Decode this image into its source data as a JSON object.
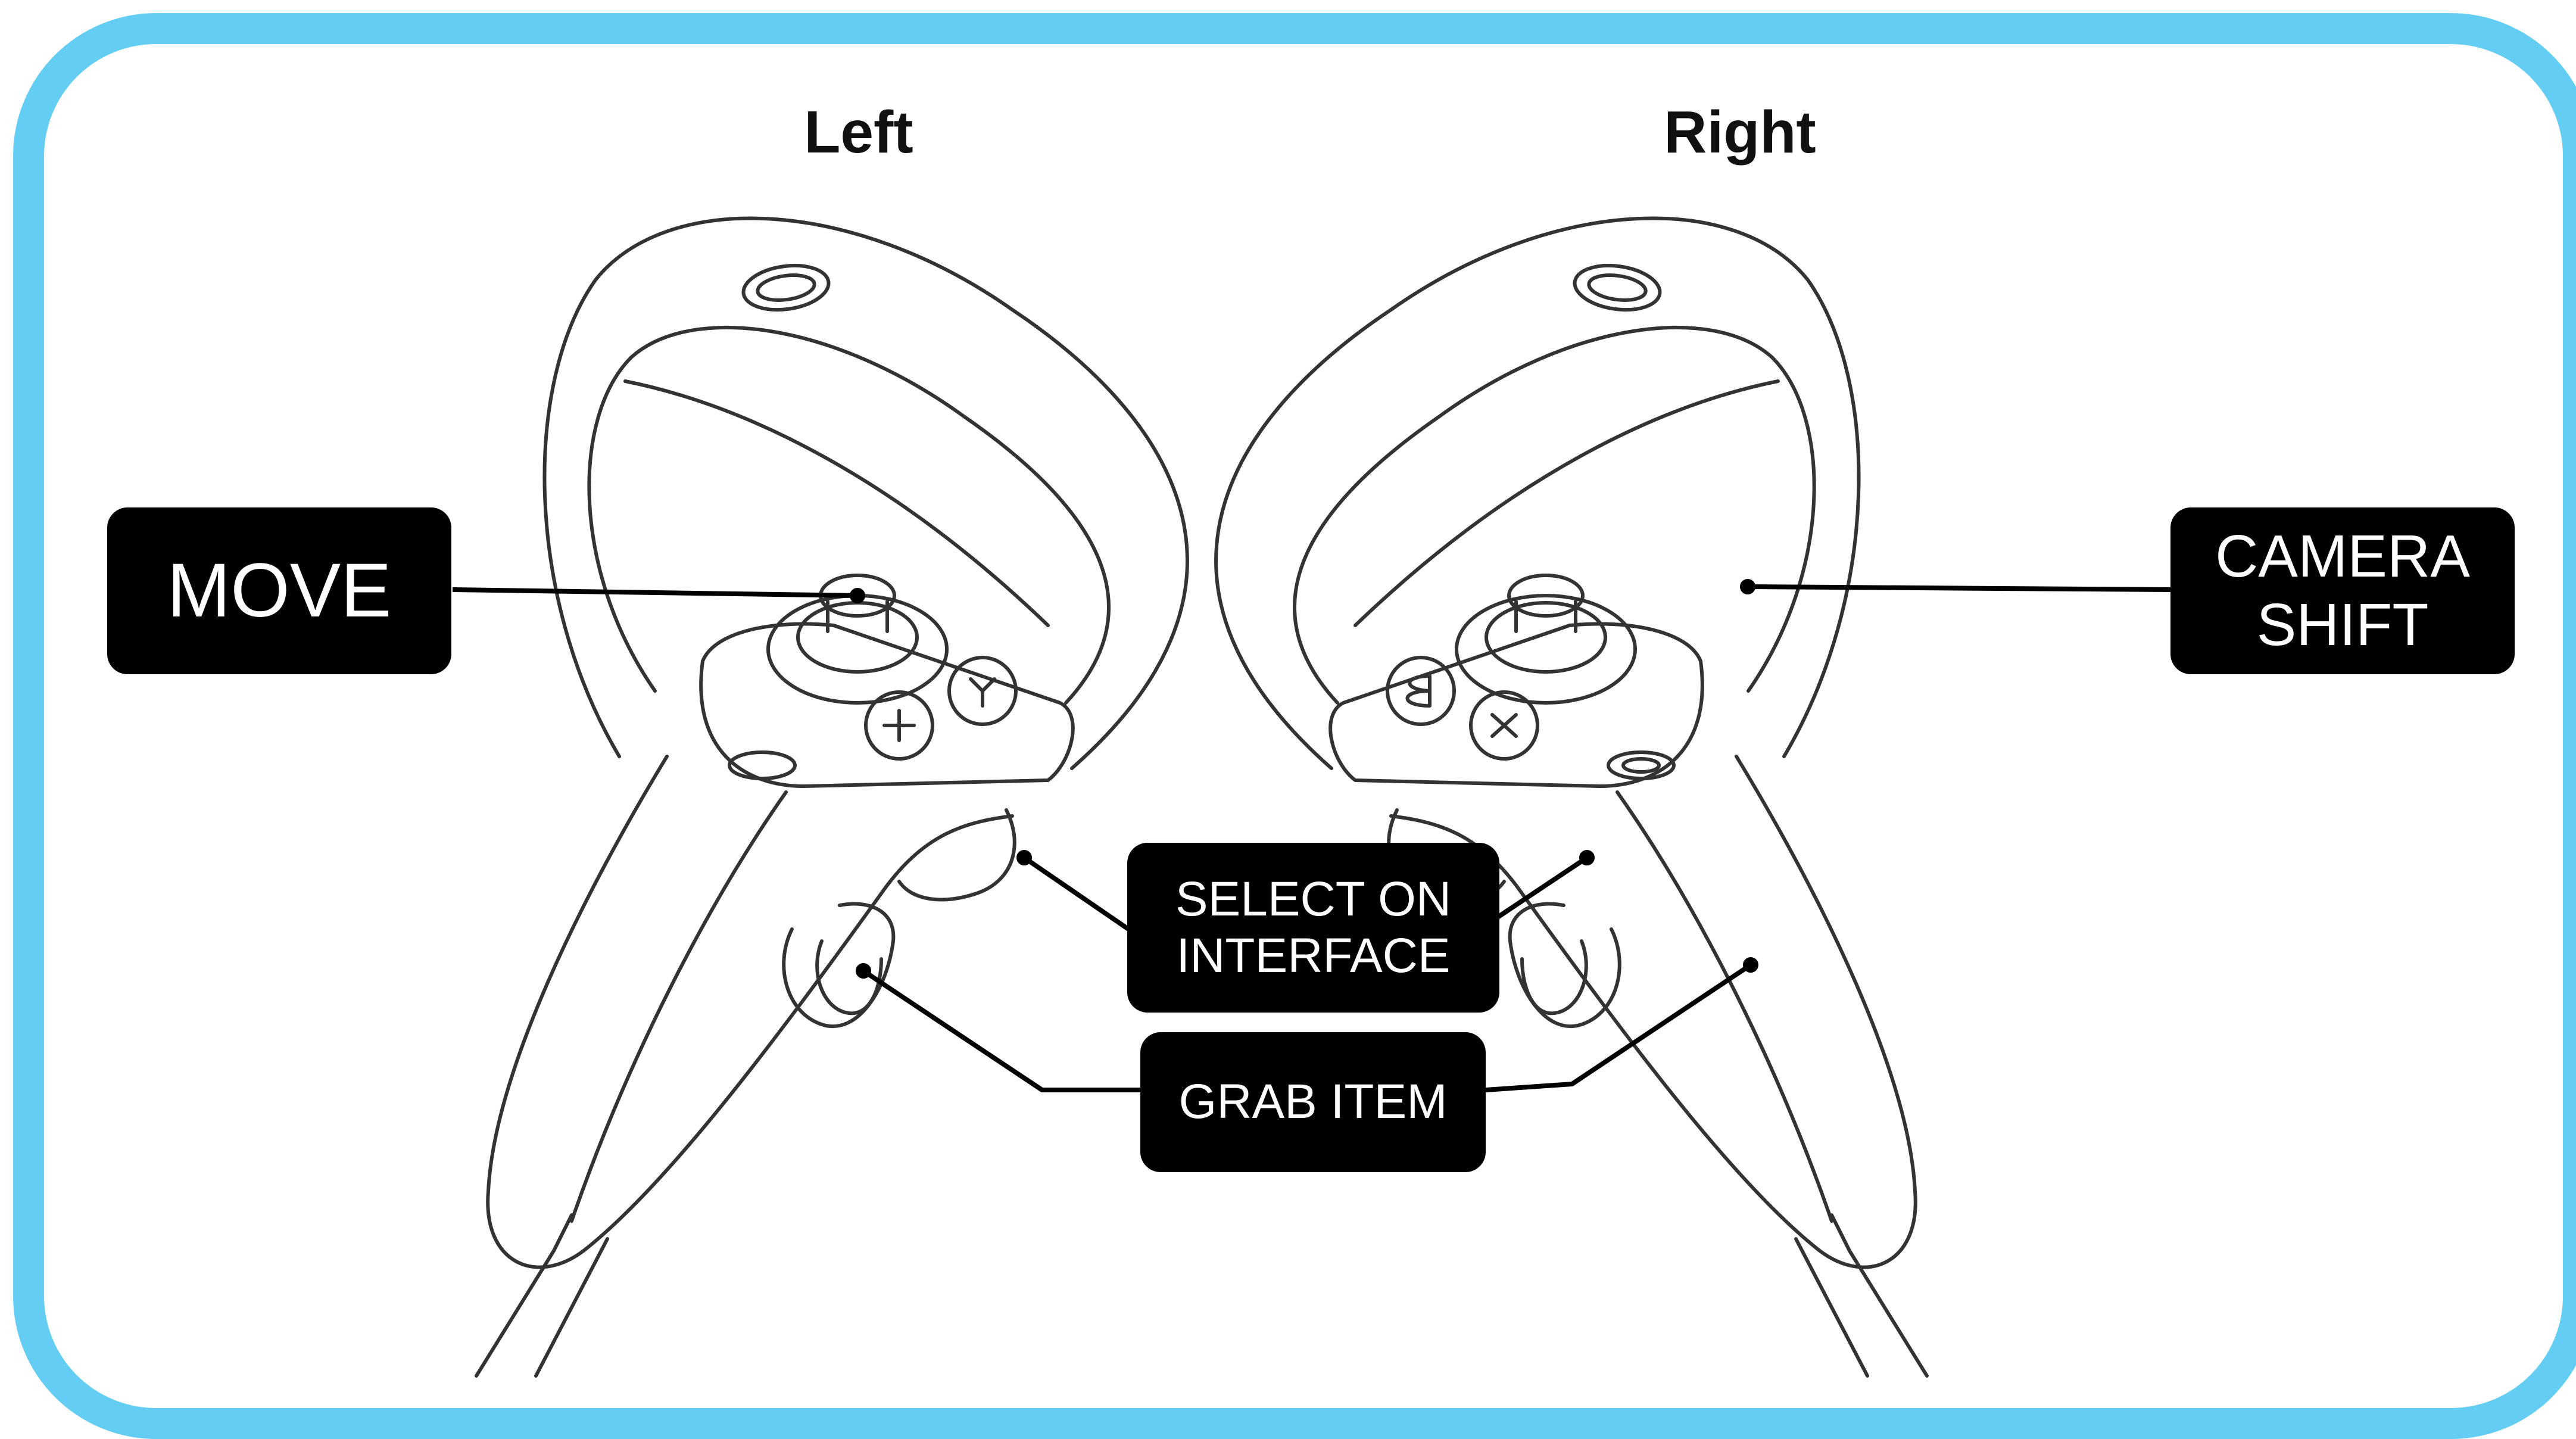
{
  "headings": {
    "left": "Left",
    "right": "Right"
  },
  "callouts": {
    "move": "MOVE",
    "camera_shift": [
      "CAMERA",
      "SHIFT"
    ],
    "select_on_interface": [
      "SELECT ON",
      "INTERFACE"
    ],
    "grab_item": "GRAB ITEM"
  },
  "colors": {
    "frame": "#63cdf3",
    "label_bg": "#000000",
    "label_text": "#ffffff",
    "line_art": "#333333"
  }
}
